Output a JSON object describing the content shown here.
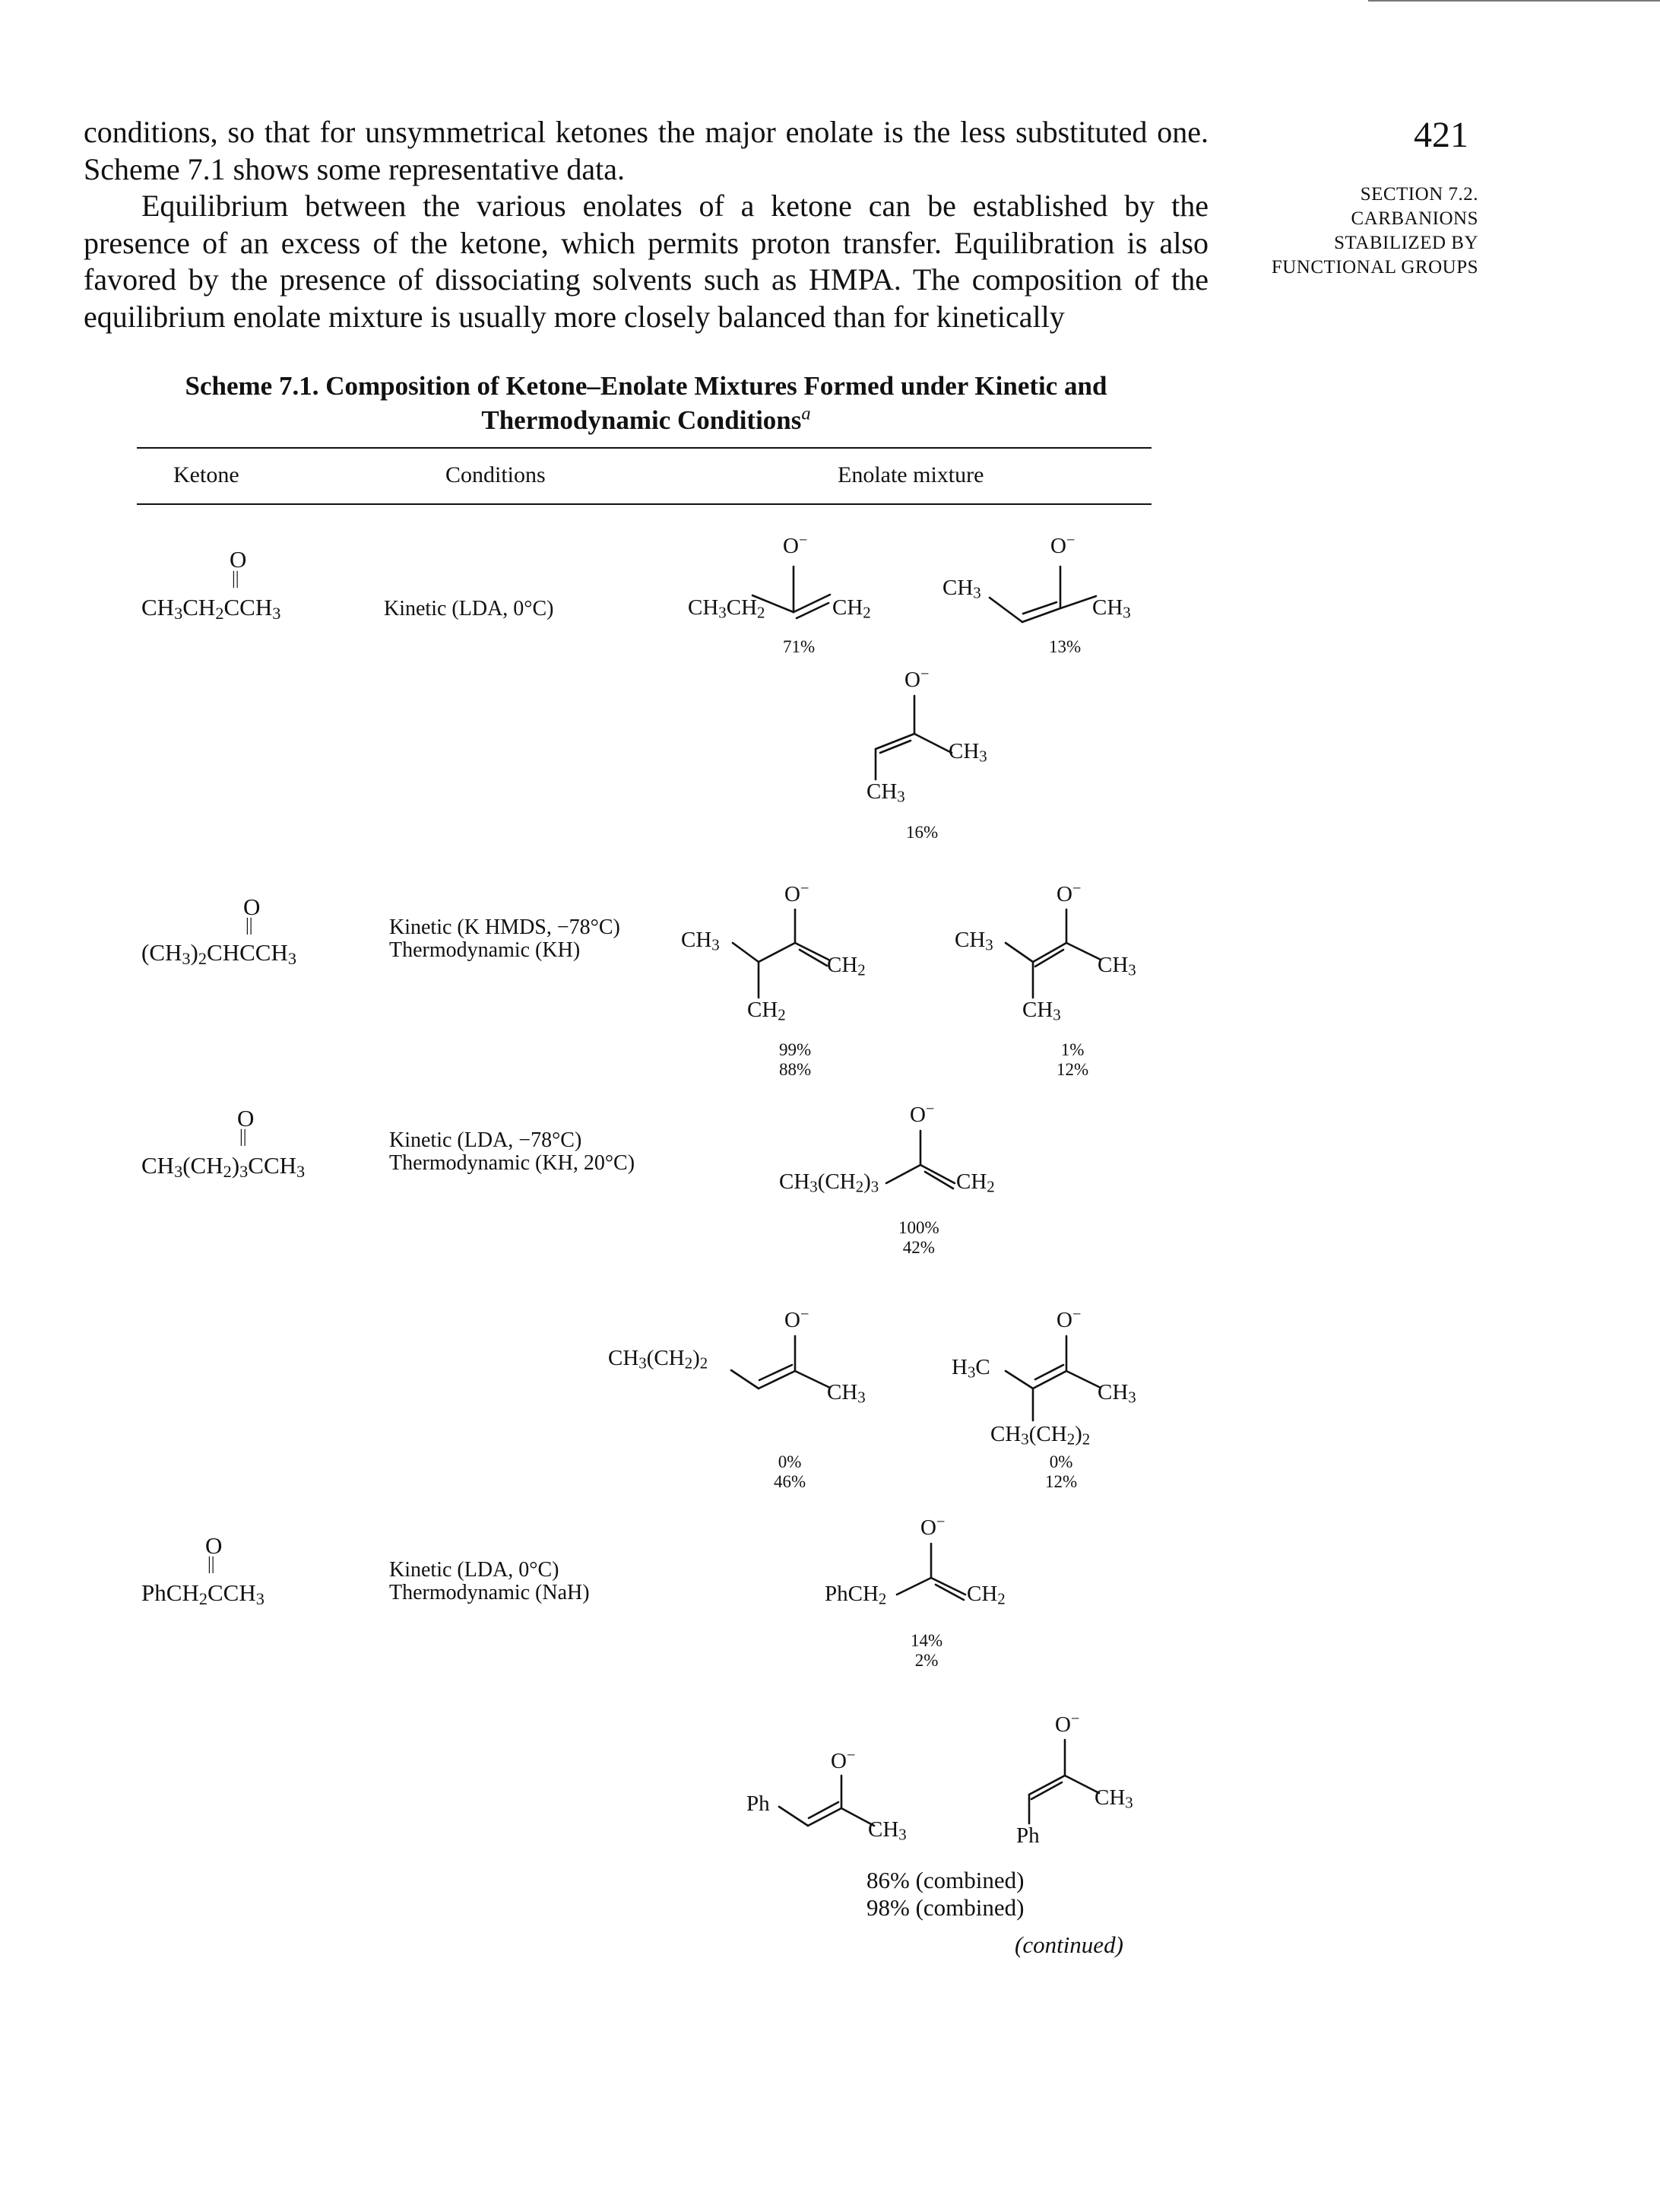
{
  "body_text": {
    "line_1": "conditions, so that for unsymmetrical ketones the major enolate is the less substituted one. Scheme 7.1 shows some representative data.",
    "paragraph_2": "Equilibrium between the various enolates of a ketone can be established by the presence of an excess of the ketone, which permits proton transfer. Equilibration is also favored by the presence of dissociating solvents such as HMPA. The composition of the equilibrium enolate mixture is usually more closely balanced than for kinetically"
  },
  "page_number": "421",
  "running_head": {
    "line_1": "SECTION 7.2.",
    "line_2": "CARBANIONS",
    "line_3": "STABILIZED BY",
    "line_4": "FUNCTIONAL GROUPS"
  },
  "scheme": {
    "caption_line_1": "Scheme 7.1. Composition of Ketone–Enolate Mixtures Formed under Kinetic and",
    "caption_line_2": "Thermodynamic Conditions",
    "caption_footnote_mark": "a",
    "columns": [
      "Ketone",
      "Conditions",
      "Enolate mixture"
    ],
    "continued": "(continued)"
  },
  "rows": [
    {
      "ketone": "CH3CH2CCH3",
      "conditions": [
        "Kinetic (LDA, 0°C)"
      ],
      "enolates": [
        {
          "left": "CH3CH2",
          "right": "CH2",
          "percent": [
            "71%"
          ]
        },
        {
          "left": "CH3",
          "right": "CH3",
          "percent": [
            "13%"
          ]
        },
        {
          "right": "CH3",
          "bottom": "CH3",
          "percent": [
            "16%"
          ]
        }
      ]
    },
    {
      "ketone": "(CH3)2CHCCH3",
      "conditions": [
        "Kinetic (K HMDS, −78°C)",
        "Thermodynamic (KH)"
      ],
      "enolates": [
        {
          "left": "CH3",
          "right": "CH2",
          "bottom": "CH2",
          "percent": [
            "99%",
            "88%"
          ]
        },
        {
          "left": "CH3",
          "right": "CH3",
          "bottom": "CH3",
          "percent": [
            "1%",
            "12%"
          ]
        }
      ]
    },
    {
      "ketone": "CH3(CH2)3CCH3",
      "conditions": [
        "Kinetic (LDA, −78°C)",
        "Thermodynamic (KH, 20°C)"
      ],
      "enolates": [
        {
          "left": "CH3(CH2)3",
          "right": "CH2",
          "percent": [
            "100%",
            "42%"
          ]
        },
        {
          "left": "CH3(CH2)2",
          "right": "CH3",
          "percent": [
            "0%",
            "46%"
          ]
        },
        {
          "left": "H3C",
          "right": "CH3",
          "bottom": "CH3(CH2)2",
          "percent": [
            "0%",
            "12%"
          ]
        }
      ]
    },
    {
      "ketone": "PhCH2CCH3",
      "conditions": [
        "Kinetic (LDA, 0°C)",
        "Thermodynamic (NaH)"
      ],
      "enolates": [
        {
          "left": "PhCH2",
          "right": "CH2",
          "percent": [
            "14%",
            "2%"
          ]
        },
        {
          "left": "Ph",
          "right": "CH3"
        },
        {
          "right": "CH3",
          "bottom": "Ph"
        }
      ],
      "combined_percent": [
        "86% (combined)",
        "98% (combined)"
      ]
    }
  ],
  "atom_labels": {
    "oxygen": "O",
    "oxide": "O",
    "oxide_charge": "−",
    "carbonyl_bond": "||"
  }
}
